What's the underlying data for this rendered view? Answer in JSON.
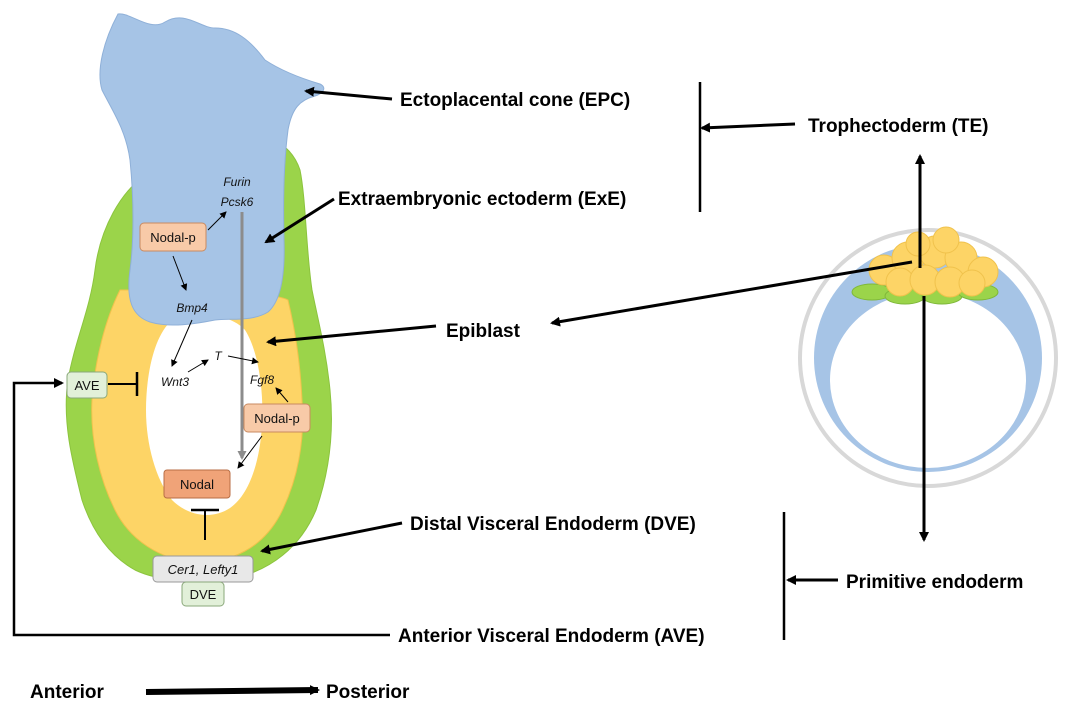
{
  "labels": {
    "epc": "Ectoplacental cone (EPC)",
    "exe": "Extraembryonic ectoderm (ExE)",
    "te": "Trophectoderm (TE)",
    "epiblast": "Epiblast",
    "dve": "Distal Visceral Endoderm (DVE)",
    "primitive_endoderm": "Primitive endoderm",
    "ave": "Anterior Visceral Endoderm (AVE)",
    "anterior": "Anterior",
    "posterior": "Posterior"
  },
  "genes": {
    "furin": "Furin",
    "pcsk6": "Pcsk6",
    "bmp4": "Bmp4",
    "wnt3": "Wnt3",
    "t": "T",
    "fgf8": "Fgf8",
    "cer1_lefty1": "Cer1, Lefty1"
  },
  "boxes": {
    "nodal_p_top": "Nodal-p",
    "nodal_p_right": "Nodal-p",
    "nodal": "Nodal",
    "ave_box": "AVE",
    "dve_box": "DVE"
  },
  "colors": {
    "trophectoderm_blue": "#a6c4e6",
    "epiblast_yellow": "#fdd466",
    "visceral_endoderm_green": "#9bd44a",
    "nodal_box": "#f8caa8",
    "nodal_dark": "#f0a378",
    "ve_box": "#e2f0d9",
    "cer_box": "#e8e8e8"
  }
}
